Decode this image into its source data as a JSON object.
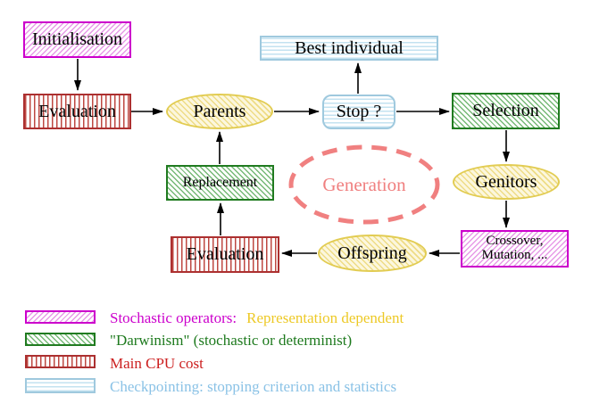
{
  "diagram": {
    "nodes": {
      "initialisation": {
        "label": "Initialisation",
        "pattern": "magenta-hatch"
      },
      "evaluation_top": {
        "label": "Evaluation",
        "pattern": "red-vertical-stripes"
      },
      "parents": {
        "label": "Parents",
        "pattern": "yellow-hatch-ellipse"
      },
      "best_individual": {
        "label": "Best individual",
        "pattern": "cyan-horizontal-stripes"
      },
      "stop": {
        "label": "Stop ?",
        "pattern": "cyan-horizontal-stripes-rounded"
      },
      "selection": {
        "label": "Selection",
        "pattern": "green-hatch"
      },
      "replacement": {
        "label": "Replacement",
        "pattern": "green-hatch"
      },
      "generation": {
        "label": "Generation",
        "pattern": "salmon-dashed-ellipse"
      },
      "genitors": {
        "label": "Genitors",
        "pattern": "yellow-hatch-ellipse"
      },
      "evaluation_bottom": {
        "label": "Evaluation",
        "pattern": "red-vertical-stripes"
      },
      "offspring": {
        "label": "Offspring",
        "pattern": "yellow-hatch-ellipse"
      },
      "crossover": {
        "line1": "Crossover,",
        "line2": "Mutation, ...",
        "pattern": "magenta-hatch"
      }
    },
    "edges": [
      "initialisation -> evaluation_top",
      "evaluation_top -> parents",
      "parents -> stop",
      "stop -> best_individual",
      "stop -> selection",
      "selection -> genitors",
      "genitors -> crossover",
      "crossover -> offspring",
      "offspring -> evaluation_bottom",
      "evaluation_bottom -> replacement",
      "replacement -> parents"
    ]
  },
  "legend": {
    "items": [
      {
        "swatch": "magenta-hatch",
        "label": "Stochastic operators:",
        "label2": "Representation dependent"
      },
      {
        "swatch": "green-hatch",
        "label": "\"Darwinism\" (stochastic or determinist)"
      },
      {
        "swatch": "red-vertical-stripes",
        "label": "Main CPU cost"
      },
      {
        "swatch": "cyan-horizontal-stripes",
        "label": "Checkpointing: stopping criterion and statistics"
      }
    ]
  },
  "colors": {
    "magenta": "#CC00CC",
    "red_box": "#AC3030",
    "green": "#207B20",
    "yellow_border": "#E2CC52",
    "cyan_border": "#9FC9DE",
    "salmon": "#F08080",
    "legend_gold": "#EDC926",
    "legend_red": "#CC1F1F",
    "legend_blue": "#8AC2E6",
    "arrow": "#000000",
    "background": "#FFFFFF"
  }
}
